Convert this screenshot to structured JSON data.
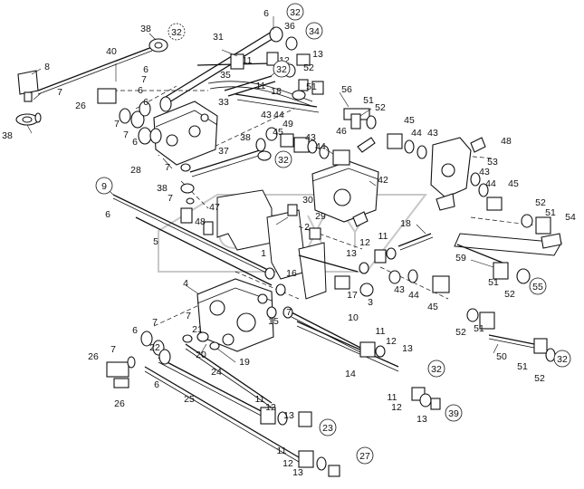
{
  "diagram": {
    "callouts": [
      {
        "id": "c-6a",
        "text": "6"
      },
      {
        "id": "c-32a",
        "text": "32"
      },
      {
        "id": "c-38a",
        "text": "38"
      },
      {
        "id": "c-32b",
        "text": "32"
      },
      {
        "id": "c-36",
        "text": "36"
      },
      {
        "id": "c-34",
        "text": "34"
      },
      {
        "id": "c-31",
        "text": "31"
      },
      {
        "id": "c-13a",
        "text": "13"
      },
      {
        "id": "c-40",
        "text": "40"
      },
      {
        "id": "c-8",
        "text": "8"
      },
      {
        "id": "c-6b",
        "text": "6"
      },
      {
        "id": "c-12a",
        "text": "12"
      },
      {
        "id": "c-11a",
        "text": "11"
      },
      {
        "id": "c-32c",
        "text": "32"
      },
      {
        "id": "c-52a",
        "text": "52"
      },
      {
        "id": "c-7a",
        "text": "7"
      },
      {
        "id": "c-7b",
        "text": "7"
      },
      {
        "id": "c-6c",
        "text": "6"
      },
      {
        "id": "c-35",
        "text": "35"
      },
      {
        "id": "c-51a",
        "text": "51"
      },
      {
        "id": "c-11b",
        "text": "11"
      },
      {
        "id": "c-18a",
        "text": "18"
      },
      {
        "id": "c-56",
        "text": "56"
      },
      {
        "id": "c-26a",
        "text": "26"
      },
      {
        "id": "c-6d",
        "text": "6"
      },
      {
        "id": "c-33",
        "text": "33"
      },
      {
        "id": "c-51b",
        "text": "51"
      },
      {
        "id": "c-52b",
        "text": "52"
      },
      {
        "id": "c-38b",
        "text": "38"
      },
      {
        "id": "c-7c",
        "text": "7"
      },
      {
        "id": "c-6e",
        "text": "6"
      },
      {
        "id": "c-7d",
        "text": "7"
      },
      {
        "id": "c-43a",
        "text": "43"
      },
      {
        "id": "c-44a",
        "text": "44"
      },
      {
        "id": "c-49",
        "text": "49"
      },
      {
        "id": "c-45a",
        "text": "45"
      },
      {
        "id": "c-45b",
        "text": "45"
      },
      {
        "id": "c-44b",
        "text": "44"
      },
      {
        "id": "c-43b",
        "text": "43"
      },
      {
        "id": "c-46",
        "text": "46"
      },
      {
        "id": "c-48",
        "text": "48"
      },
      {
        "id": "c-38c",
        "text": "38"
      },
      {
        "id": "c-43c",
        "text": "43"
      },
      {
        "id": "c-44c",
        "text": "44"
      },
      {
        "id": "c-53",
        "text": "53"
      },
      {
        "id": "c-32d",
        "text": "32"
      },
      {
        "id": "c-37",
        "text": "37"
      },
      {
        "id": "c-7e",
        "text": "7"
      },
      {
        "id": "c-28",
        "text": "28"
      },
      {
        "id": "c-42",
        "text": "42"
      },
      {
        "id": "c-43d",
        "text": "43"
      },
      {
        "id": "c-44d",
        "text": "44"
      },
      {
        "id": "c-45c",
        "text": "45"
      },
      {
        "id": "c-9",
        "text": "9"
      },
      {
        "id": "c-38d",
        "text": "38"
      },
      {
        "id": "c-7f",
        "text": "7"
      },
      {
        "id": "c-6f",
        "text": "6"
      },
      {
        "id": "c-47",
        "text": "47"
      },
      {
        "id": "c-48b",
        "text": "48"
      },
      {
        "id": "c-30",
        "text": "30"
      },
      {
        "id": "c-29",
        "text": "29"
      },
      {
        "id": "c-52c",
        "text": "52"
      },
      {
        "id": "c-54",
        "text": "54"
      },
      {
        "id": "c-51c",
        "text": "51"
      },
      {
        "id": "c-2",
        "text": "2"
      },
      {
        "id": "c-18b",
        "text": "18"
      },
      {
        "id": "c-5",
        "text": "5"
      },
      {
        "id": "c-12b",
        "text": "12"
      },
      {
        "id": "c-11c",
        "text": "11"
      },
      {
        "id": "c-13b",
        "text": "13"
      },
      {
        "id": "c-1",
        "text": "1"
      },
      {
        "id": "c-59",
        "text": "59"
      },
      {
        "id": "c-4",
        "text": "4"
      },
      {
        "id": "c-17",
        "text": "17"
      },
      {
        "id": "c-43e",
        "text": "43"
      },
      {
        "id": "c-44e",
        "text": "44"
      },
      {
        "id": "c-51d",
        "text": "51"
      },
      {
        "id": "c-52d",
        "text": "52"
      },
      {
        "id": "c-55",
        "text": "55"
      },
      {
        "id": "c-3",
        "text": "3"
      },
      {
        "id": "c-45d",
        "text": "45"
      },
      {
        "id": "c-16",
        "text": "16"
      },
      {
        "id": "c-10",
        "text": "10"
      },
      {
        "id": "c-52e",
        "text": "52"
      },
      {
        "id": "c-51e",
        "text": "51"
      },
      {
        "id": "c-7g",
        "text": "7"
      },
      {
        "id": "c-15",
        "text": "15"
      },
      {
        "id": "c-7h",
        "text": "7"
      },
      {
        "id": "c-6g",
        "text": "6"
      },
      {
        "id": "c-7i",
        "text": "7"
      },
      {
        "id": "c-22",
        "text": "22"
      },
      {
        "id": "c-21",
        "text": "21"
      },
      {
        "id": "c-11d",
        "text": "11"
      },
      {
        "id": "c-12c",
        "text": "12"
      },
      {
        "id": "c-13c",
        "text": "13"
      },
      {
        "id": "c-50",
        "text": "50"
      },
      {
        "id": "c-51f",
        "text": "51"
      },
      {
        "id": "c-32e",
        "text": "32"
      },
      {
        "id": "c-52f",
        "text": "52"
      },
      {
        "id": "c-26b",
        "text": "26"
      },
      {
        "id": "c-7j",
        "text": "7"
      },
      {
        "id": "c-20",
        "text": "20"
      },
      {
        "id": "c-19",
        "text": "19"
      },
      {
        "id": "c-14",
        "text": "14"
      },
      {
        "id": "c-32f",
        "text": "32"
      },
      {
        "id": "c-26c",
        "text": "26"
      },
      {
        "id": "c-6h",
        "text": "6"
      },
      {
        "id": "c-24",
        "text": "24"
      },
      {
        "id": "c-11e",
        "text": "11"
      },
      {
        "id": "c-11f",
        "text": "11"
      },
      {
        "id": "c-12d",
        "text": "12"
      },
      {
        "id": "c-25",
        "text": "25"
      },
      {
        "id": "c-12e",
        "text": "12"
      },
      {
        "id": "c-13d",
        "text": "13"
      },
      {
        "id": "c-13e",
        "text": "13"
      },
      {
        "id": "c-39",
        "text": "39"
      },
      {
        "id": "c-23",
        "text": "23"
      },
      {
        "id": "c-11g",
        "text": "11"
      },
      {
        "id": "c-12f",
        "text": "12"
      },
      {
        "id": "c-27",
        "text": "27"
      },
      {
        "id": "c-13f",
        "text": "13"
      }
    ]
  }
}
